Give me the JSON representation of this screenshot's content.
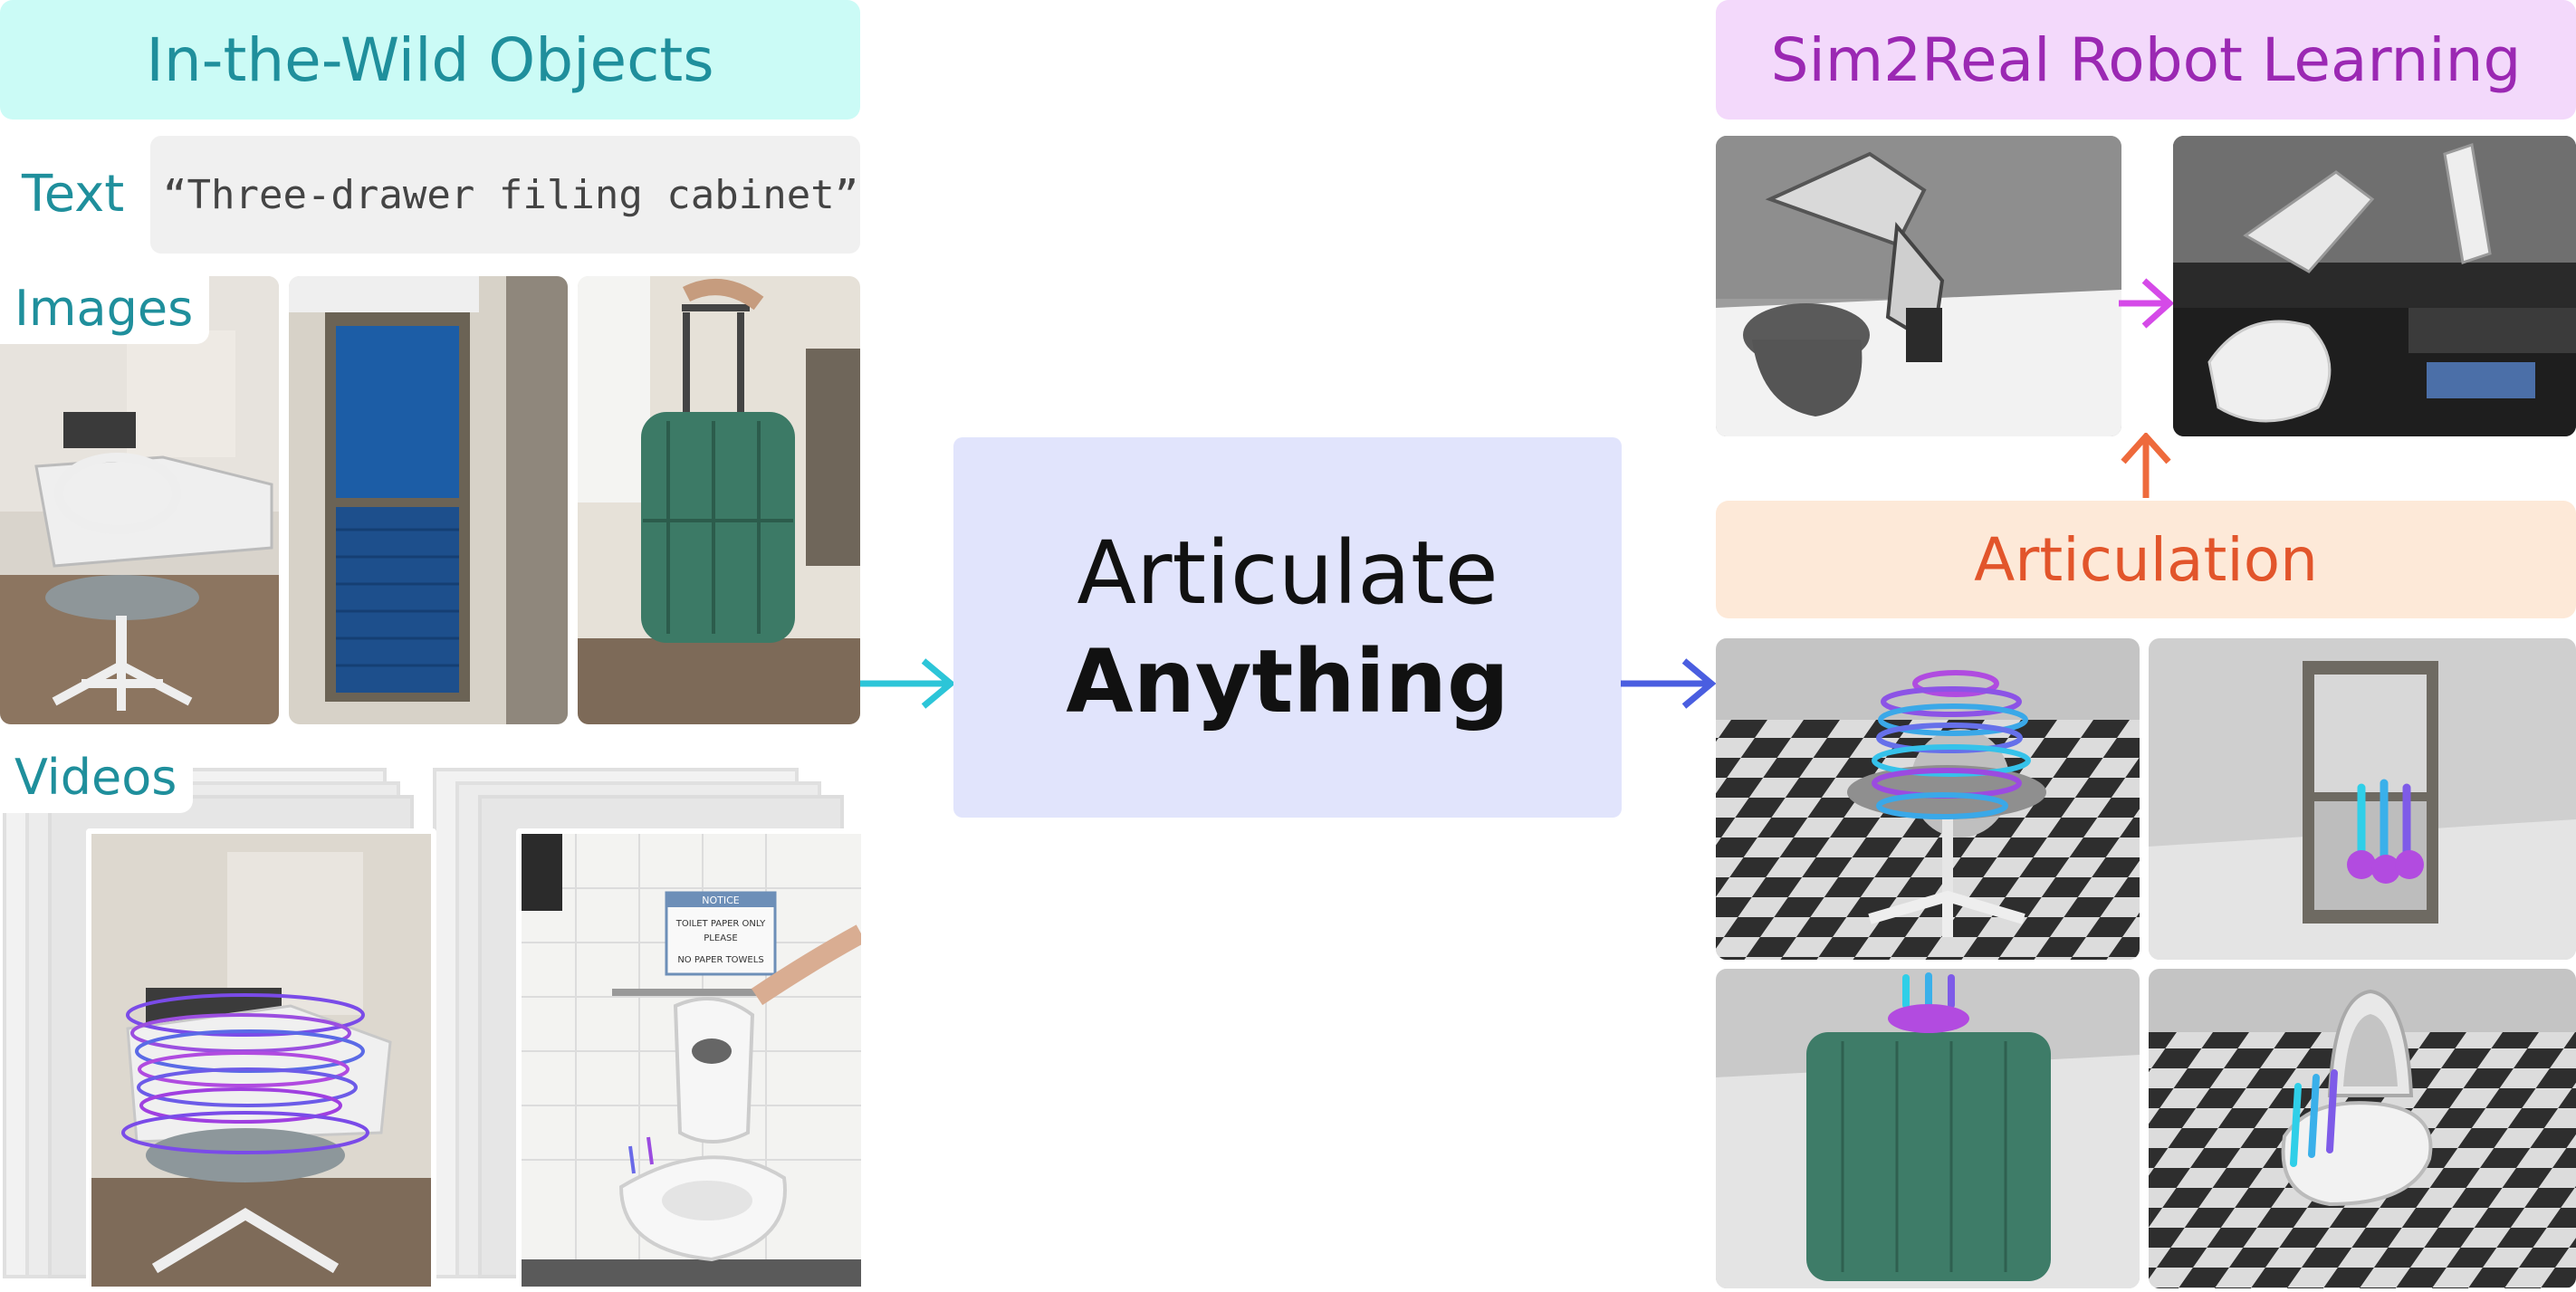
{
  "left": {
    "header": "In-the-Wild Objects",
    "text_label": "Text",
    "text_prompt": "“Three-drawer filing cabinet”",
    "images_label": "Images",
    "videos_label": "Videos",
    "video_notice": {
      "title": "NOTICE",
      "line1": "TOILET PAPER ONLY",
      "line2": "PLEASE",
      "line3": "NO PAPER TOWELS"
    }
  },
  "center": {
    "line1": "Articulate",
    "line2": "Anything"
  },
  "right": {
    "header": "Sim2Real Robot Learning",
    "articulation": "Articulation"
  },
  "colors": {
    "teal_banner": "#cbfbf6",
    "teal_text": "#1f8f9c",
    "purple_banner": "#f3d9fb",
    "purple_text": "#9b28b3",
    "center_box": "#e1e4fc",
    "orange_banner": "#fde9d8",
    "orange_text": "#e2552b",
    "arrow_cyan": "#2cc5d8",
    "arrow_blue": "#4a5ee0",
    "arrow_magenta": "#d54ae8",
    "arrow_orange": "#ee6a3c"
  }
}
